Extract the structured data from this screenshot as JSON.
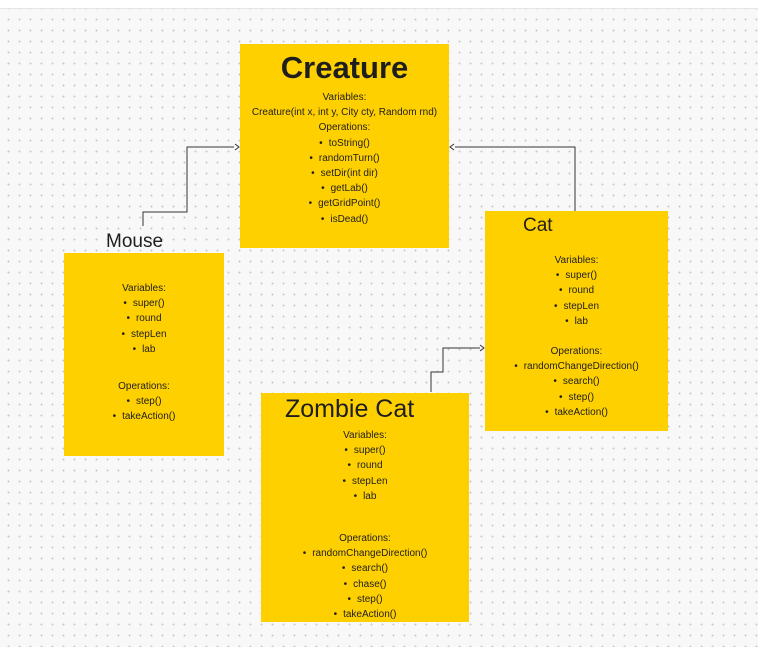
{
  "diagram": {
    "creature": {
      "title": "Creature",
      "variables_label": "Variables:",
      "constructor": "Creature(int x, int y, City cty, Random rnd)",
      "operations_label": "Operations:",
      "operations": [
        "toString()",
        "randomTurn()",
        "setDir(int dir)",
        "getLab()",
        "getGridPoint()",
        "isDead()"
      ]
    },
    "mouse": {
      "title": "Mouse",
      "variables_label": "Variables:",
      "variables": [
        "super()",
        "round",
        "stepLen",
        "lab"
      ],
      "operations_label": "Operations:",
      "operations": [
        "step()",
        "takeAction()"
      ]
    },
    "cat": {
      "title": "Cat",
      "variables_label": "Variables:",
      "variables": [
        "super()",
        "round",
        "stepLen",
        "lab"
      ],
      "operations_label": "Operations:",
      "operations": [
        "randomChangeDirection()",
        "search()",
        "step()",
        "takeAction()"
      ]
    },
    "zombie_cat": {
      "title": "Zombie Cat",
      "variables_label": "Variables:",
      "variables": [
        "super()",
        "round",
        "stepLen",
        "lab"
      ],
      "operations_label": "Operations:",
      "operations": [
        "randomChangeDirection()",
        "search()",
        "chase()",
        "step()",
        "takeAction()"
      ]
    },
    "colors": {
      "box": "#ffd000",
      "connector": "#333333",
      "background": "#f8f8f8"
    }
  }
}
